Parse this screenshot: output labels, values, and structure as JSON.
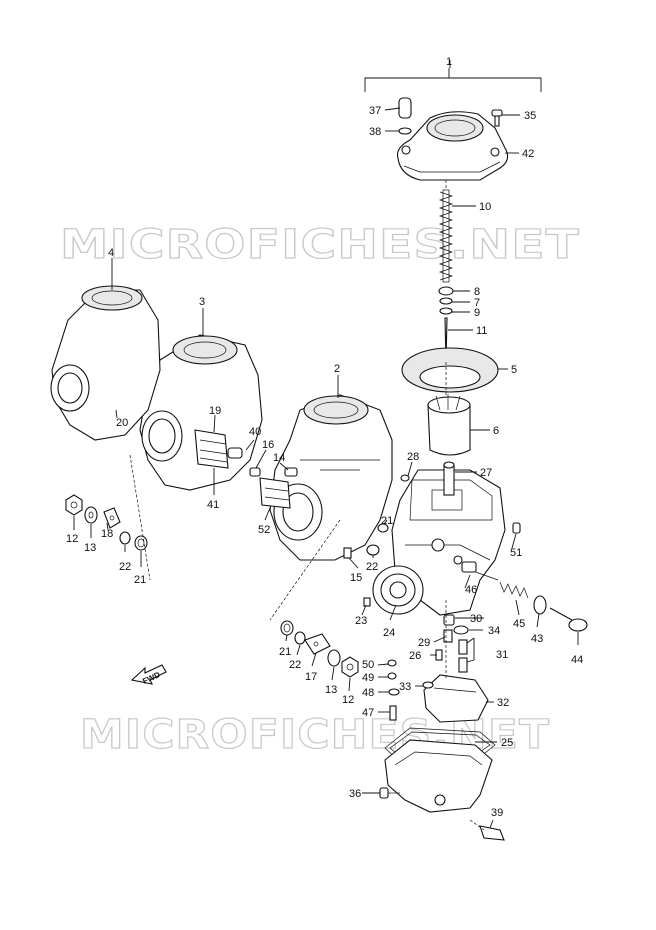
{
  "watermarks": [
    "MICROFICHES.NET",
    "MICROFICHES.NET"
  ],
  "fwd_label": "FWD",
  "callouts": [
    {
      "id": "c1",
      "label": "1"
    },
    {
      "id": "c2",
      "label": "2"
    },
    {
      "id": "c3",
      "label": "3"
    },
    {
      "id": "c4",
      "label": "4"
    },
    {
      "id": "c5",
      "label": "5"
    },
    {
      "id": "c6",
      "label": "6"
    },
    {
      "id": "c7",
      "label": "7"
    },
    {
      "id": "c8",
      "label": "8"
    },
    {
      "id": "c9",
      "label": "9"
    },
    {
      "id": "c10",
      "label": "10"
    },
    {
      "id": "c11",
      "label": "11"
    },
    {
      "id": "c12a",
      "label": "12"
    },
    {
      "id": "c13a",
      "label": "13"
    },
    {
      "id": "c18",
      "label": "18"
    },
    {
      "id": "c22a",
      "label": "22"
    },
    {
      "id": "c21a",
      "label": "21"
    },
    {
      "id": "c14",
      "label": "14"
    },
    {
      "id": "c15",
      "label": "15"
    },
    {
      "id": "c16",
      "label": "16"
    },
    {
      "id": "c19",
      "label": "19"
    },
    {
      "id": "c20",
      "label": "20"
    },
    {
      "id": "c40",
      "label": "40"
    },
    {
      "id": "c41",
      "label": "41"
    },
    {
      "id": "c52",
      "label": "52"
    },
    {
      "id": "c21b",
      "label": "21"
    },
    {
      "id": "c22b",
      "label": "22"
    },
    {
      "id": "c21c",
      "label": "21"
    },
    {
      "id": "c22c",
      "label": "22"
    },
    {
      "id": "c17",
      "label": "17"
    },
    {
      "id": "c13b",
      "label": "13"
    },
    {
      "id": "c12b",
      "label": "12"
    },
    {
      "id": "c23",
      "label": "23"
    },
    {
      "id": "c24",
      "label": "24"
    },
    {
      "id": "c25",
      "label": "25"
    },
    {
      "id": "c26",
      "label": "26"
    },
    {
      "id": "c27",
      "label": "27"
    },
    {
      "id": "c28",
      "label": "28"
    },
    {
      "id": "c29",
      "label": "29"
    },
    {
      "id": "c30",
      "label": "30"
    },
    {
      "id": "c31",
      "label": "31"
    },
    {
      "id": "c32",
      "label": "32"
    },
    {
      "id": "c33",
      "label": "33"
    },
    {
      "id": "c34",
      "label": "34"
    },
    {
      "id": "c35",
      "label": "35"
    },
    {
      "id": "c36",
      "label": "36"
    },
    {
      "id": "c37",
      "label": "37"
    },
    {
      "id": "c38",
      "label": "38"
    },
    {
      "id": "c39",
      "label": "39"
    },
    {
      "id": "c42",
      "label": "42"
    },
    {
      "id": "c43",
      "label": "43"
    },
    {
      "id": "c44",
      "label": "44"
    },
    {
      "id": "c45",
      "label": "45"
    },
    {
      "id": "c46",
      "label": "46"
    },
    {
      "id": "c47",
      "label": "47"
    },
    {
      "id": "c48",
      "label": "48"
    },
    {
      "id": "c49",
      "label": "49"
    },
    {
      "id": "c50",
      "label": "50"
    },
    {
      "id": "c51",
      "label": "51"
    }
  ]
}
